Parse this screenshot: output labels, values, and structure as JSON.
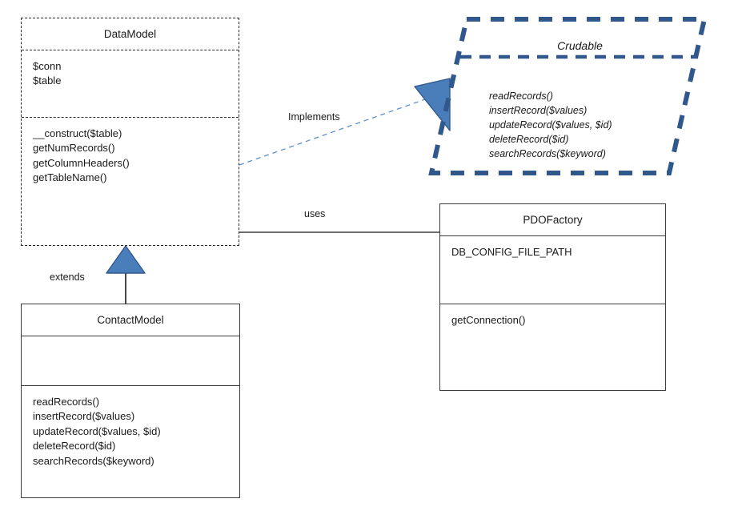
{
  "diagram": {
    "type": "uml-class-diagram",
    "classes": [
      {
        "id": "datamodel",
        "name": "DataModel",
        "stereotype": "abstract",
        "border": "dashed",
        "attributes": [
          "$conn",
          "$table"
        ],
        "methods": [
          "__construct($table)",
          "getNumRecords()",
          "getColumnHeaders()",
          "getTableName()"
        ]
      },
      {
        "id": "contactmodel",
        "name": "ContactModel",
        "stereotype": "class",
        "border": "solid",
        "attributes": [],
        "methods": [
          "readRecords()",
          "insertRecord($values)",
          "updateRecord($values, $id)",
          "deleteRecord($id)",
          "searchRecords($keyword)"
        ]
      },
      {
        "id": "pdofactory",
        "name": "PDOFactory",
        "stereotype": "class",
        "border": "solid",
        "attributes": [
          "DB_CONFIG_FILE_PATH"
        ],
        "methods": [
          "getConnection()"
        ]
      }
    ],
    "interfaces": [
      {
        "id": "crudable",
        "name": "Crudable",
        "shape": "parallelogram",
        "methods": [
          "readRecords()",
          "insertRecord($values)",
          "updateRecord($values, $id)",
          "deleteRecord($id)",
          "searchRecords($keyword)"
        ]
      }
    ],
    "relationships": [
      {
        "id": "implements",
        "label": "Implements",
        "from": "datamodel",
        "to": "crudable",
        "line": "dashed",
        "arrow": "filled-triangle"
      },
      {
        "id": "extends",
        "label": "extends",
        "from": "contactmodel",
        "to": "datamodel",
        "line": "solid",
        "arrow": "filled-triangle"
      },
      {
        "id": "uses",
        "label": "uses",
        "from": "datamodel",
        "to": "pdofactory",
        "line": "solid",
        "arrow": "none"
      }
    ],
    "colors": {
      "accent_blue": "#4a7ebb",
      "accent_blue_dark": "#31588c",
      "line_black": "#3d3d3d",
      "line_blue_dashed": "#5b8fce",
      "text": "#1a1a1a"
    }
  }
}
